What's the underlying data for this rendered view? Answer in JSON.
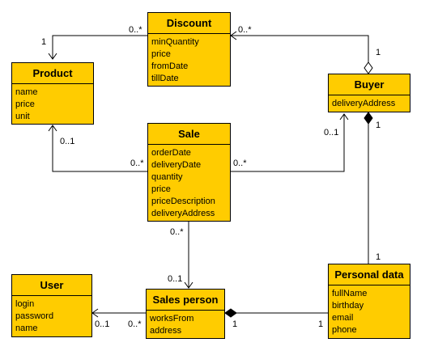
{
  "classes": {
    "discount": {
      "name": "Discount",
      "attributes": [
        "minQuantity",
        "price",
        "fromDate",
        "tillDate"
      ]
    },
    "product": {
      "name": "Product",
      "attributes": [
        "name",
        "price",
        "unit"
      ]
    },
    "buyer": {
      "name": "Buyer",
      "attributes": [
        "deliveryAddress"
      ]
    },
    "sale": {
      "name": "Sale",
      "attributes": [
        "orderDate",
        "deliveryDate",
        "quantity",
        "price",
        "priceDescription",
        "deliveryAddress"
      ]
    },
    "user": {
      "name": "User",
      "attributes": [
        "login",
        "password",
        "name"
      ]
    },
    "sales_person": {
      "name": "Sales person",
      "attributes": [
        "worksFrom",
        "address"
      ]
    },
    "personal_data": {
      "name": "Personal data",
      "attributes": [
        "fullName",
        "birthday",
        "email",
        "phone"
      ]
    }
  },
  "multiplicities": {
    "discount_product_near_product": "1",
    "discount_product_near_discount": "0..*",
    "buyer_discount_near_discount": "0..*",
    "buyer_discount_near_buyer": "1",
    "sale_product_near_product": "0..1",
    "sale_product_near_sale": "0..*",
    "sale_buyer_near_sale": "0..*",
    "sale_buyer_near_buyer": "0..1",
    "buyer_personal_near_buyer": "1",
    "buyer_personal_near_personal": "1",
    "sale_salesperson_near_sale": "0..*",
    "sale_salesperson_near_salesperson": "0..1",
    "salesperson_personal_near_salesperson": "1",
    "salesperson_personal_near_personal": "1",
    "salesperson_user_near_user": "0..1",
    "salesperson_user_near_salesperson": "0..*"
  },
  "colors": {
    "class_fill": "#FFCC00",
    "line": "#000000"
  }
}
